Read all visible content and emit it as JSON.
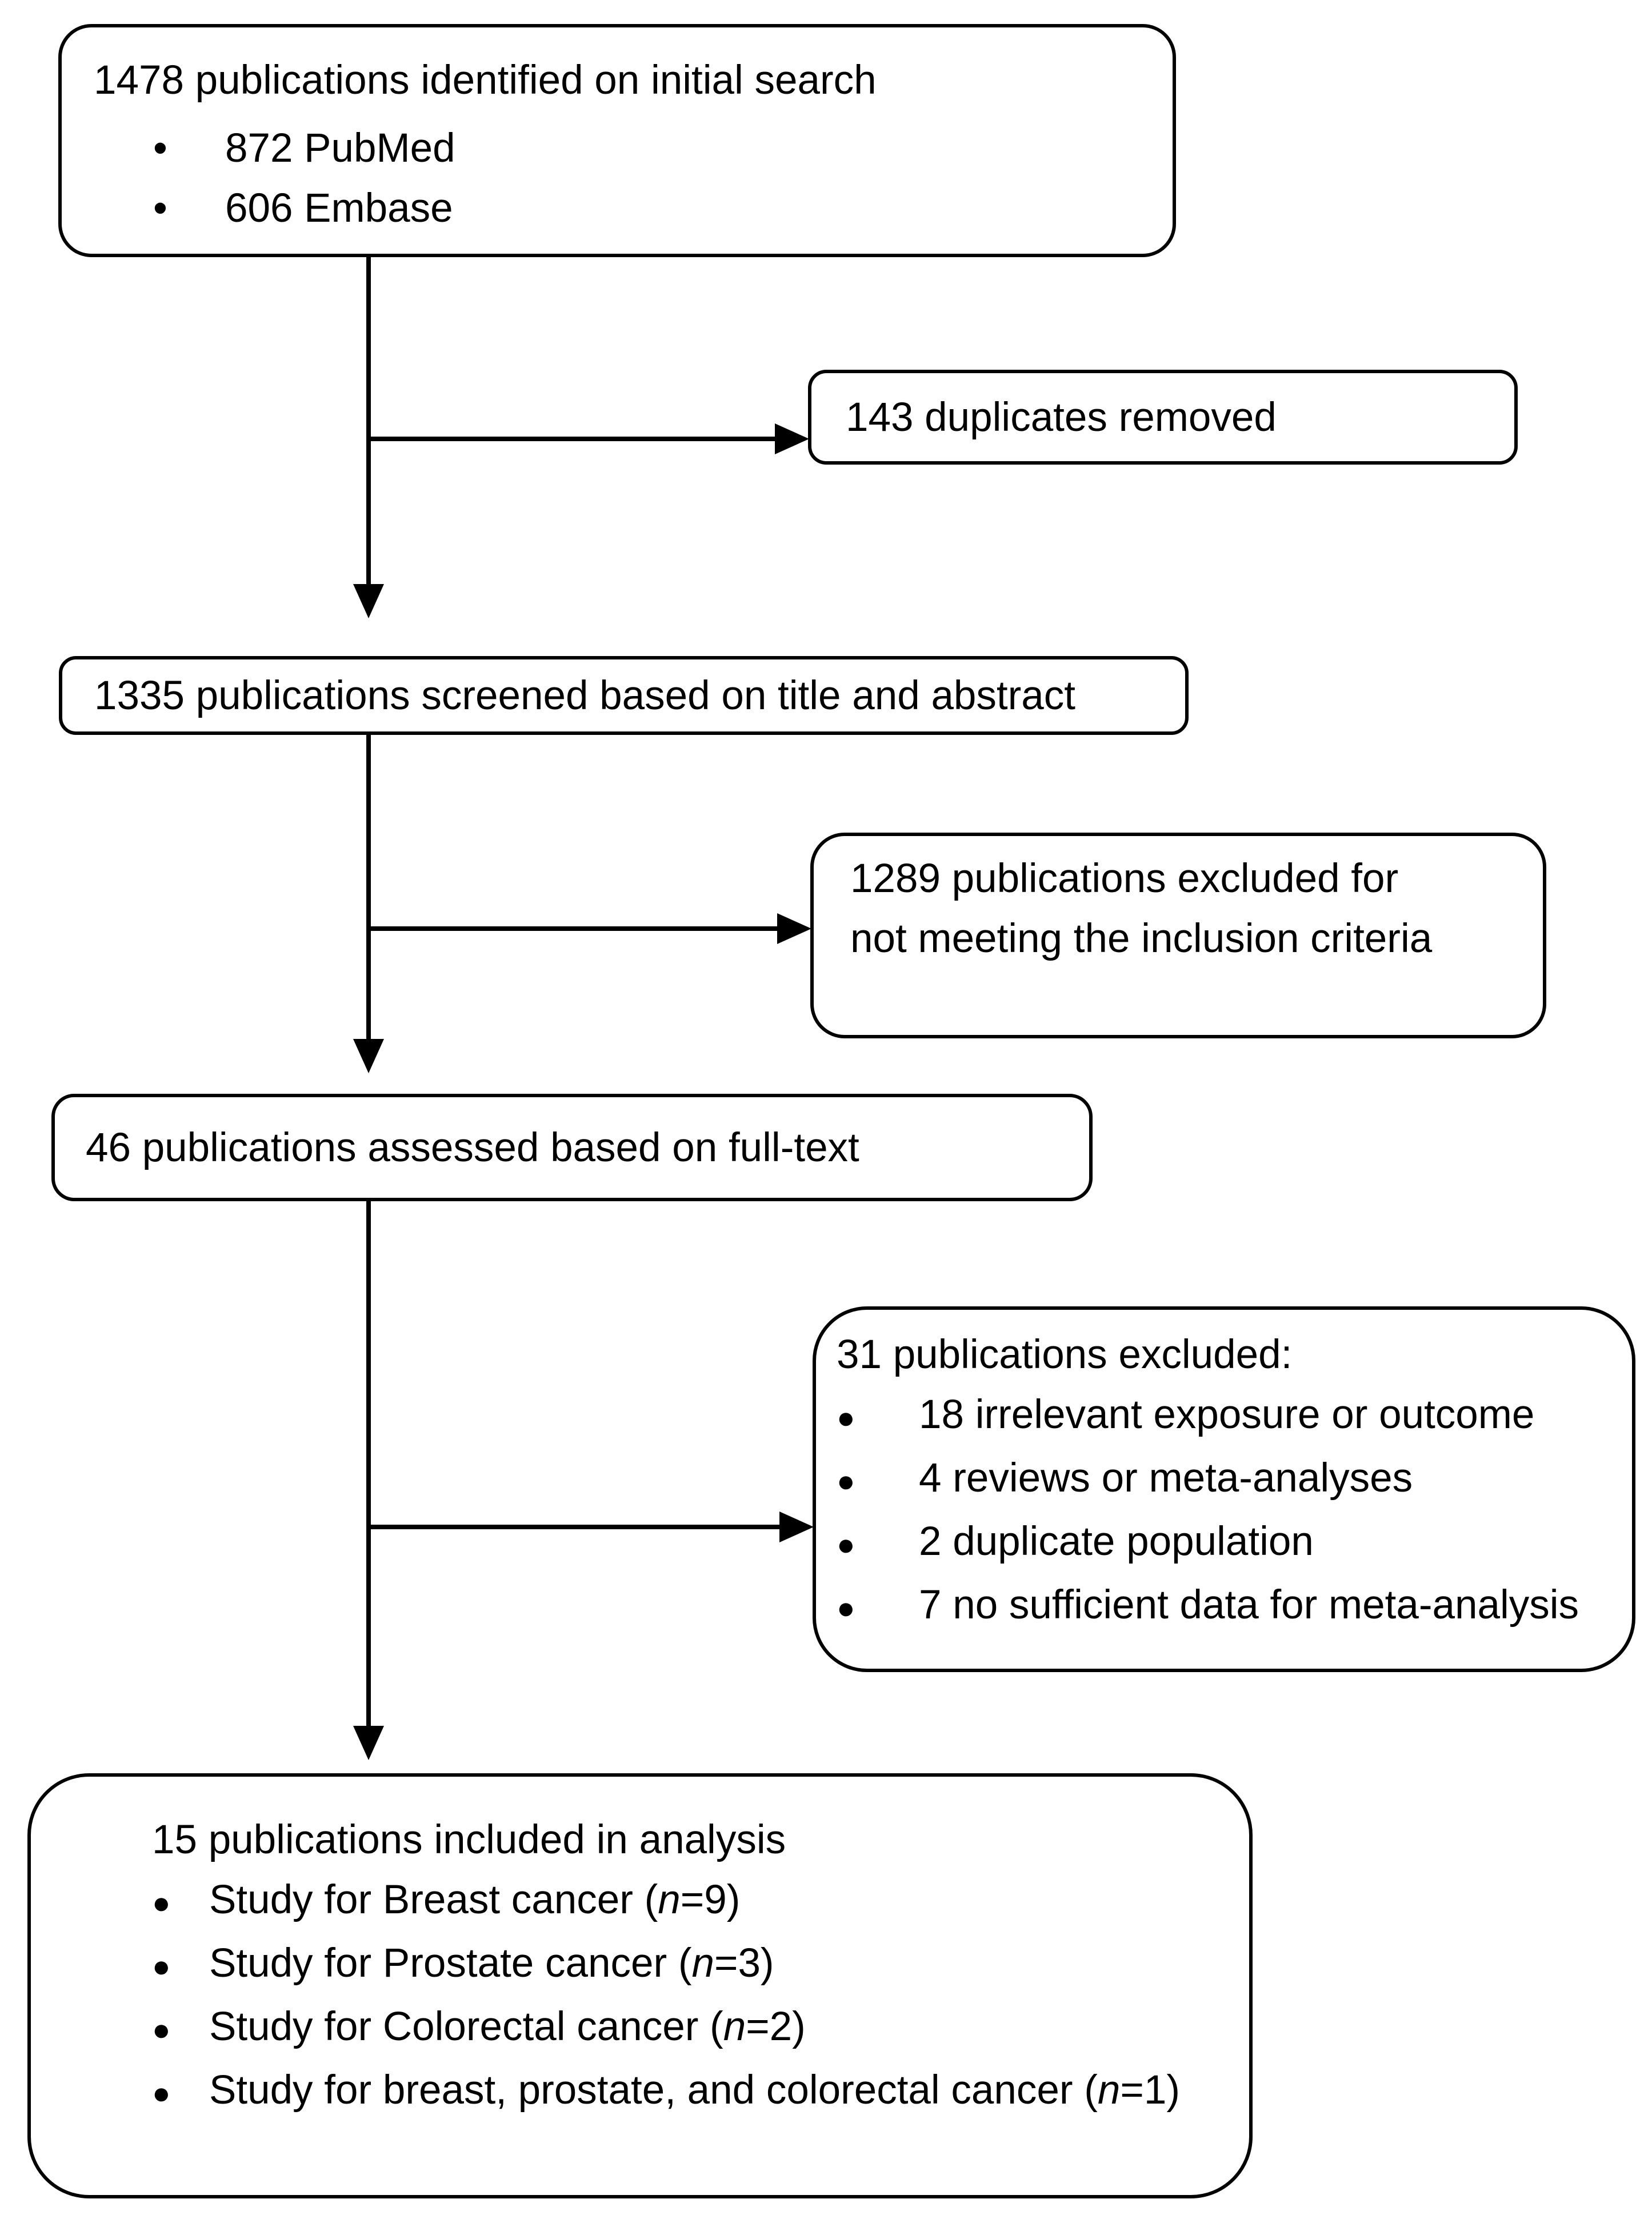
{
  "colors": {
    "background": "#ffffff",
    "line": "#000000",
    "text": "#000000",
    "box_fill": "#ffffff"
  },
  "glyphs": {
    "bullet_small": "•",
    "bullet_large": "●"
  },
  "flow": {
    "identified": {
      "title": "1478 publications identified on initial search",
      "bullets": [
        "872 PubMed",
        "606 Embase"
      ]
    },
    "duplicates_removed": {
      "text": "143 duplicates removed"
    },
    "screened": {
      "text": "1335 publications screened based on title and abstract"
    },
    "excluded_screening": {
      "lines": [
        "1289 publications excluded for",
        "not meeting the inclusion criteria"
      ]
    },
    "fulltext_assessed": {
      "text": "46 publications assessed based on full-text"
    },
    "excluded_fulltext": {
      "title": "31 publications excluded:",
      "bullets": [
        "18 irrelevant exposure or outcome",
        "4 reviews or meta-analyses",
        "2 duplicate population",
        "7 no sufficient data for meta-analysis"
      ]
    },
    "included": {
      "title": "15 publications included in analysis",
      "bullets": [
        {
          "pre": "Study for Breast cancer (",
          "italic": "n",
          "post": "=9)"
        },
        {
          "pre": "Study for Prostate cancer (",
          "italic": "n",
          "post": "=3)"
        },
        {
          "pre": "Study for Colorectal cancer (",
          "italic": "n",
          "post": "=2)"
        },
        {
          "pre": "Study for breast, prostate, and colorectal cancer (",
          "italic": "n",
          "post": "=1)"
        }
      ]
    }
  }
}
